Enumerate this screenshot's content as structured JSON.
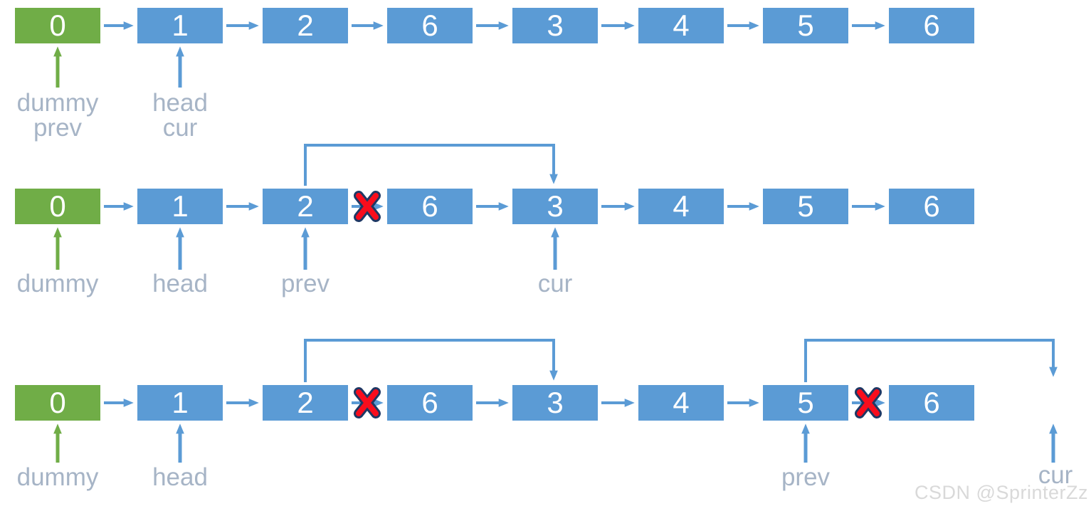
{
  "colors": {
    "node_blue": "#5b9bd5",
    "node_green": "#70ad47",
    "node_text": "#ffffff",
    "arrow_blue": "#5b9bd5",
    "arrow_green": "#70ad47",
    "label_gray": "#a6b4c6",
    "x_red": "#f90d1c",
    "x_outline_navy": "#1f3864",
    "watermark_gray": "#d9d9d9",
    "background": "#ffffff"
  },
  "watermark": "CSDN @SprinterZz",
  "rows": [
    {
      "nodes": [
        "0",
        "1",
        "2",
        "6",
        "3",
        "4",
        "5",
        "6"
      ],
      "pointers": [
        {
          "node_index": 0,
          "labels": [
            "dummy",
            "prev"
          ]
        },
        {
          "node_index": 1,
          "labels": [
            "head",
            "cur"
          ]
        }
      ],
      "deleted_edges": [],
      "bypass_edges": []
    },
    {
      "nodes": [
        "0",
        "1",
        "2",
        "6",
        "3",
        "4",
        "5",
        "6"
      ],
      "pointers": [
        {
          "node_index": 0,
          "labels": [
            "dummy"
          ]
        },
        {
          "node_index": 1,
          "labels": [
            "head"
          ]
        },
        {
          "node_index": 2,
          "labels": [
            "prev"
          ]
        },
        {
          "node_index": 4,
          "labels": [
            "cur"
          ]
        }
      ],
      "deleted_edges": [
        "2-6"
      ],
      "bypass_edges": [
        "2-3"
      ]
    },
    {
      "nodes": [
        "0",
        "1",
        "2",
        "6",
        "3",
        "4",
        "5",
        "6"
      ],
      "pointers": [
        {
          "node_index": 0,
          "labels": [
            "dummy"
          ]
        },
        {
          "node_index": 1,
          "labels": [
            "head"
          ]
        },
        {
          "node_index": 6,
          "labels": [
            "prev"
          ]
        },
        {
          "node_index": null,
          "labels": [
            "cur"
          ]
        }
      ],
      "deleted_edges": [
        "2-6",
        "5-6"
      ],
      "bypass_edges": [
        "2-3",
        "5-null"
      ]
    }
  ]
}
